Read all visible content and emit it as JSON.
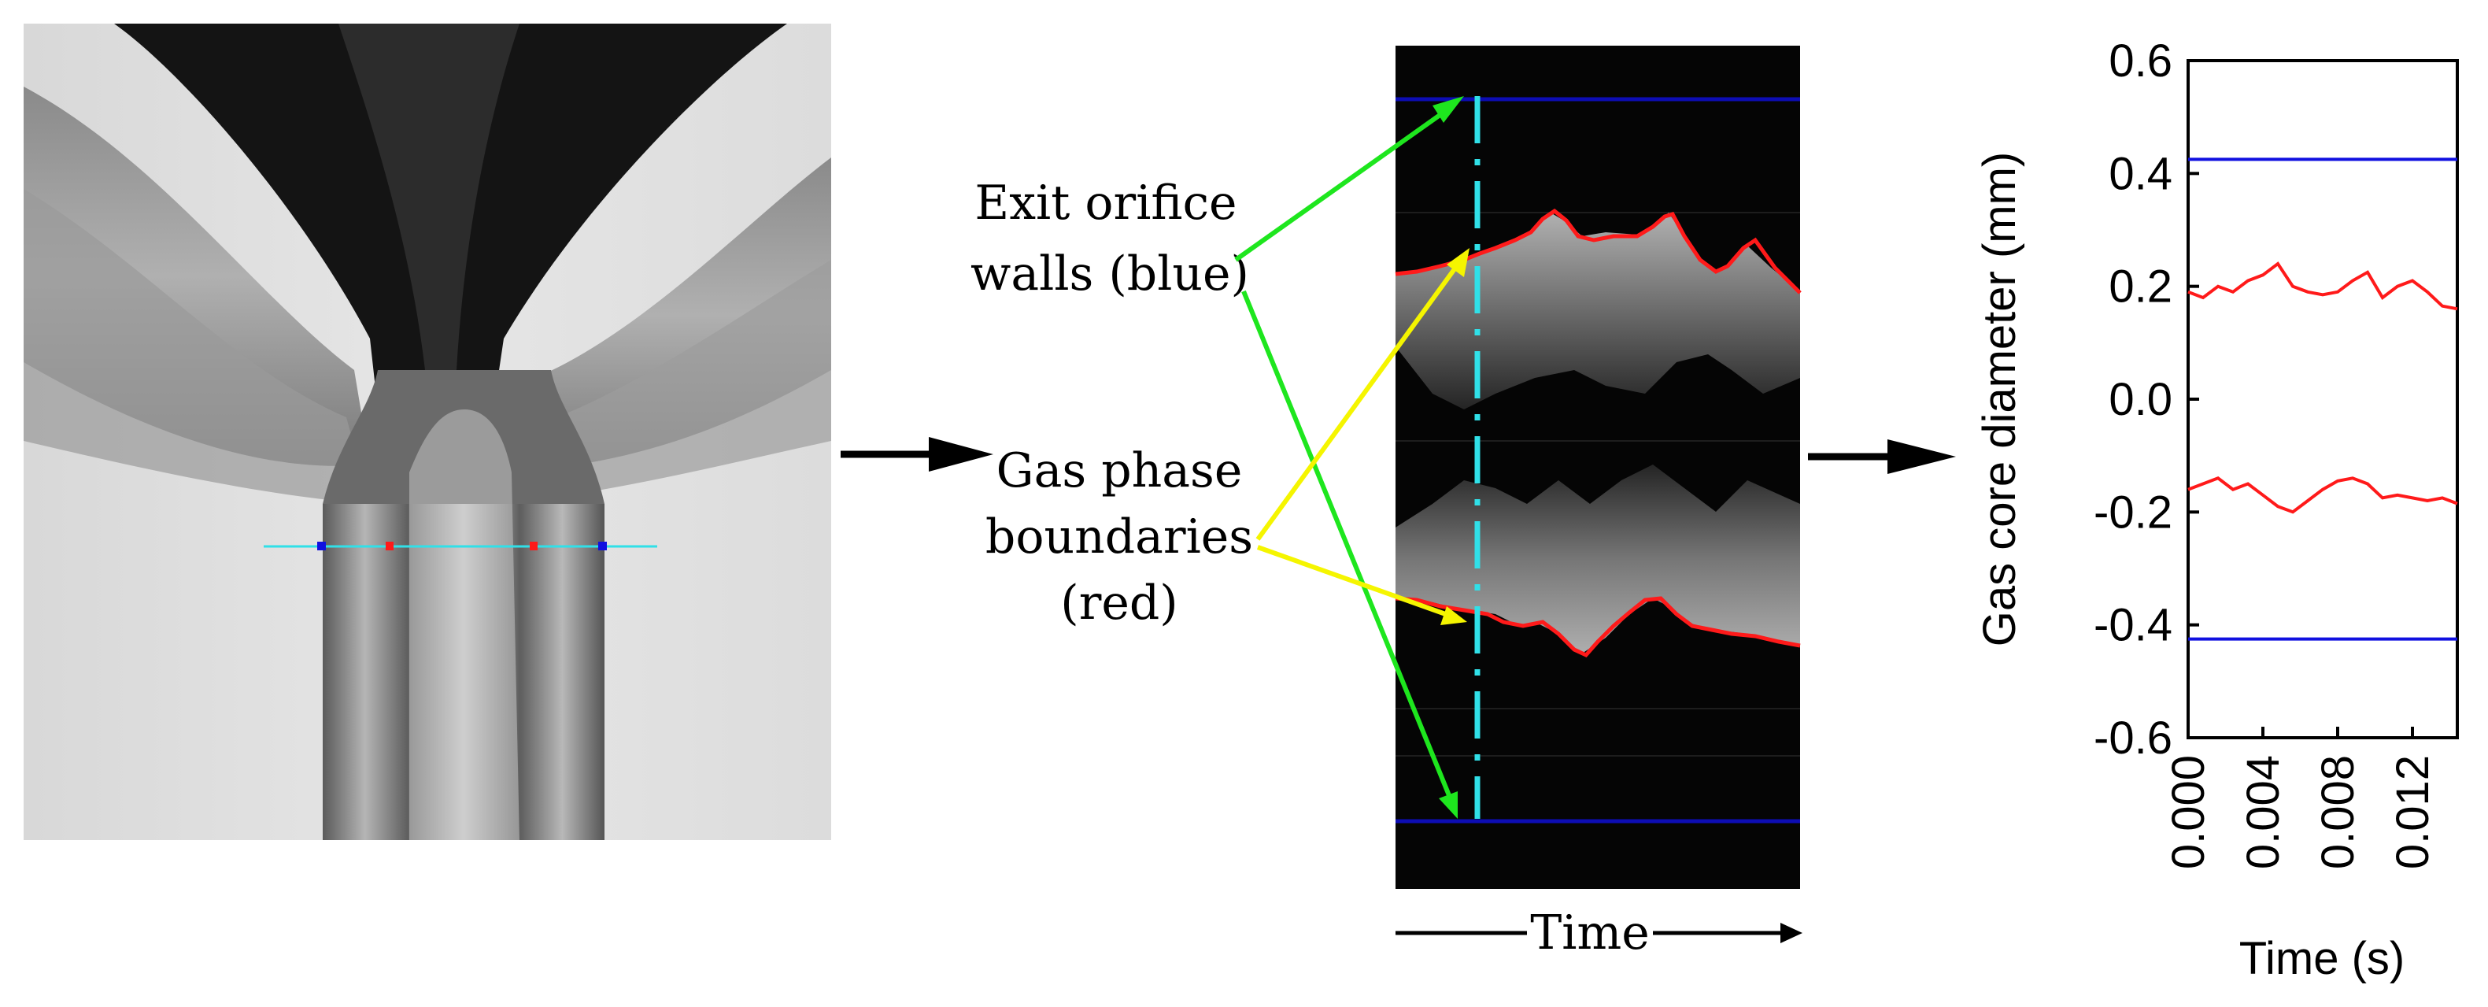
{
  "labels": {
    "exit_orifice": [
      "Exit orifice",
      "walls (blue)"
    ],
    "gas_phase": [
      "Gas phase",
      "boundaries",
      "(red)"
    ],
    "time_axis": "Time"
  },
  "colors": {
    "wall_blue": "#1010e0",
    "boundary_red": "#ff1a1a",
    "arrow_green": "#1ee61e",
    "arrow_yellow": "#f5f500",
    "measurement_line_cyan": "#30e0e8",
    "black": "#000000"
  },
  "chart_data": {
    "type": "line",
    "xlabel": "Time (s)",
    "ylabel": "Gas core diameter (mm)",
    "xlim": [
      0,
      0.0144
    ],
    "ylim": [
      -0.6,
      0.6
    ],
    "x_ticks": [
      "0.000",
      "0.004",
      "0.008",
      "0.012"
    ],
    "x_tick_values": [
      0.0,
      0.004,
      0.008,
      0.012
    ],
    "y_ticks": [
      "0.6",
      "0.4",
      "0.2",
      "0.0",
      "-0.2",
      "-0.4",
      "-0.6"
    ],
    "y_tick_values": [
      0.6,
      0.4,
      0.2,
      0.0,
      -0.2,
      -0.4,
      -0.6
    ],
    "grid": false,
    "series": [
      {
        "color": "#1010e0",
        "x": [
          0.0,
          0.0144
        ],
        "y": [
          0.425,
          0.425
        ]
      },
      {
        "color": "#1010e0",
        "x": [
          0.0,
          0.0144
        ],
        "y": [
          -0.425,
          -0.425
        ]
      },
      {
        "color": "#ff1a1a",
        "x": [
          0.0,
          0.0008,
          0.0016,
          0.0024,
          0.0032,
          0.004,
          0.0048,
          0.0056,
          0.0064,
          0.0072,
          0.008,
          0.0088,
          0.0096,
          0.0104,
          0.0112,
          0.012,
          0.0128,
          0.0136,
          0.0144
        ],
        "y": [
          0.19,
          0.18,
          0.2,
          0.19,
          0.21,
          0.22,
          0.24,
          0.2,
          0.19,
          0.185,
          0.19,
          0.21,
          0.225,
          0.18,
          0.2,
          0.21,
          0.19,
          0.165,
          0.16
        ]
      },
      {
        "color": "#ff1a1a",
        "x": [
          0.0,
          0.0008,
          0.0016,
          0.0024,
          0.0032,
          0.004,
          0.0048,
          0.0056,
          0.0064,
          0.0072,
          0.008,
          0.0088,
          0.0096,
          0.0104,
          0.0112,
          0.012,
          0.0128,
          0.0136,
          0.0144
        ],
        "y": [
          -0.16,
          -0.15,
          -0.14,
          -0.16,
          -0.15,
          -0.17,
          -0.19,
          -0.2,
          -0.18,
          -0.16,
          -0.145,
          -0.14,
          -0.15,
          -0.175,
          -0.17,
          -0.175,
          -0.18,
          -0.175,
          -0.185
        ]
      }
    ]
  }
}
